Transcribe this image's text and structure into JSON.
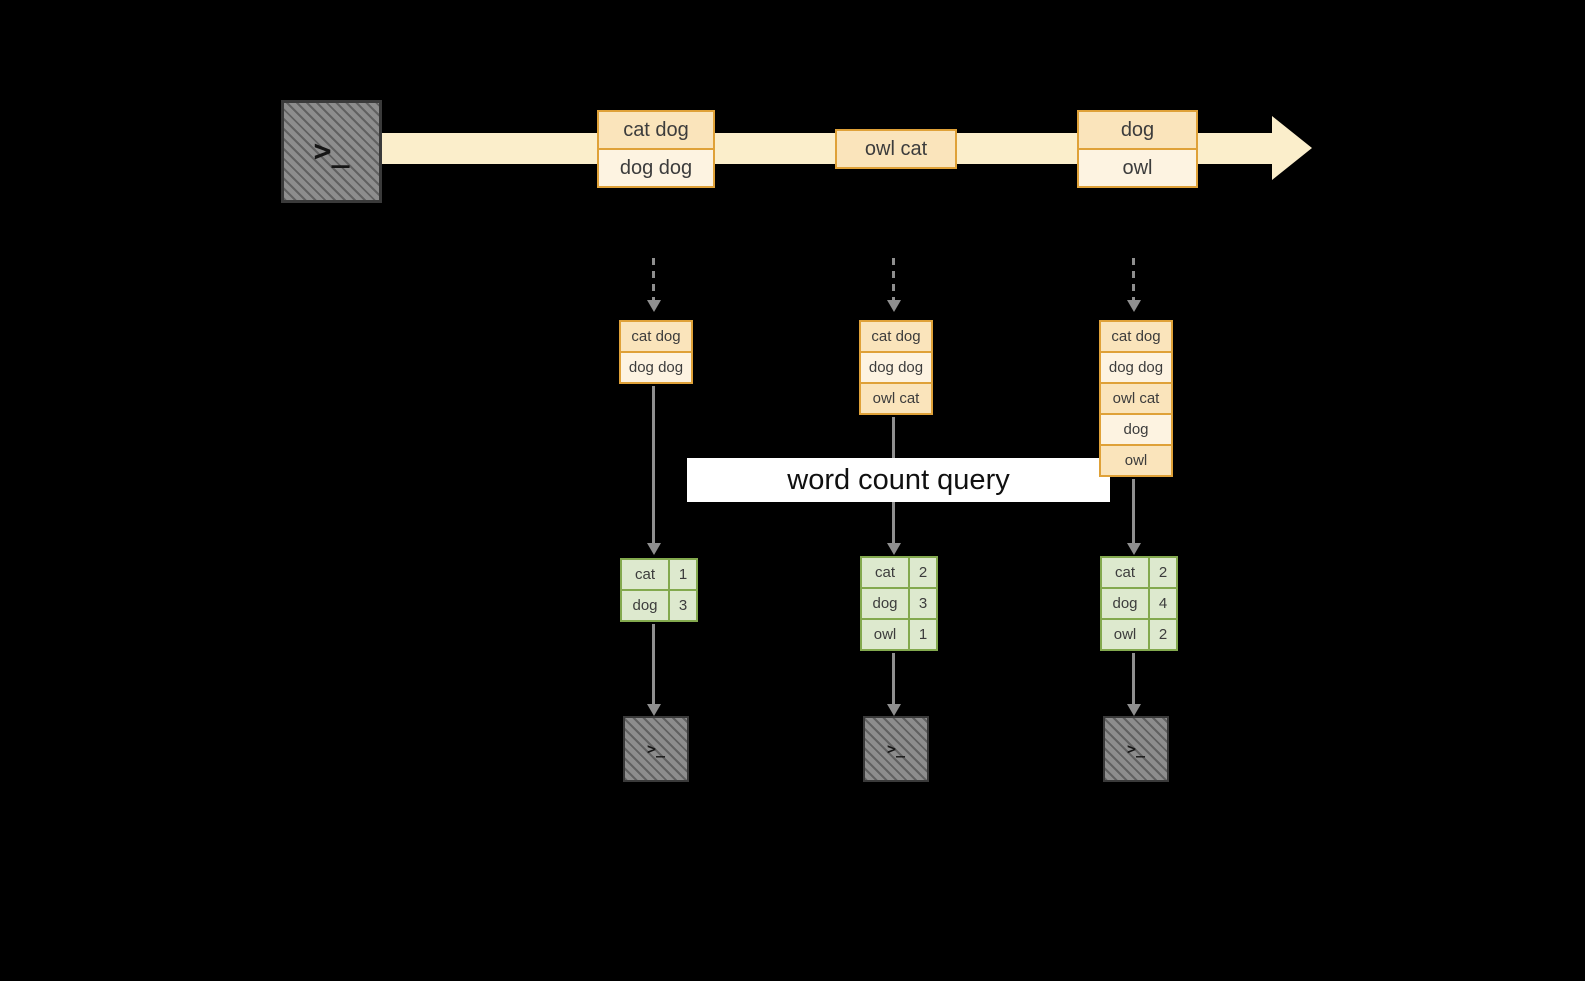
{
  "colors": {
    "background": "#000000",
    "stream_band": "#fbeecb",
    "event_border": "#dfa138",
    "event_fill_dark": "#fae4bb",
    "event_fill_light": "#fdf3e1",
    "table_border": "#83a94e",
    "table_fill": "#dde9ce",
    "arrow_gray": "#8f8f8f",
    "terminal_gray": "#8d8d8d",
    "banner_background": "#ffffff",
    "banner_text": "#101010"
  },
  "icons": {
    "terminal_prompt": ">_"
  },
  "timeline": {
    "events": [
      {
        "lines": [
          "cat dog",
          "dog dog"
        ]
      },
      {
        "lines": [
          "owl cat"
        ]
      },
      {
        "lines": [
          "dog",
          "owl"
        ]
      }
    ]
  },
  "windows": [
    {
      "items": [
        "cat dog",
        "dog dog"
      ]
    },
    {
      "items": [
        "cat dog",
        "dog dog",
        "owl cat"
      ]
    },
    {
      "items": [
        "cat dog",
        "dog dog",
        "owl cat",
        "dog",
        "owl"
      ]
    }
  ],
  "query_label": "word count query",
  "results": [
    {
      "rows": [
        [
          "cat",
          "1"
        ],
        [
          "dog",
          "3"
        ]
      ]
    },
    {
      "rows": [
        [
          "cat",
          "2"
        ],
        [
          "dog",
          "3"
        ],
        [
          "owl",
          "1"
        ]
      ]
    },
    {
      "rows": [
        [
          "cat",
          "2"
        ],
        [
          "dog",
          "4"
        ],
        [
          "owl",
          "2"
        ]
      ]
    }
  ]
}
